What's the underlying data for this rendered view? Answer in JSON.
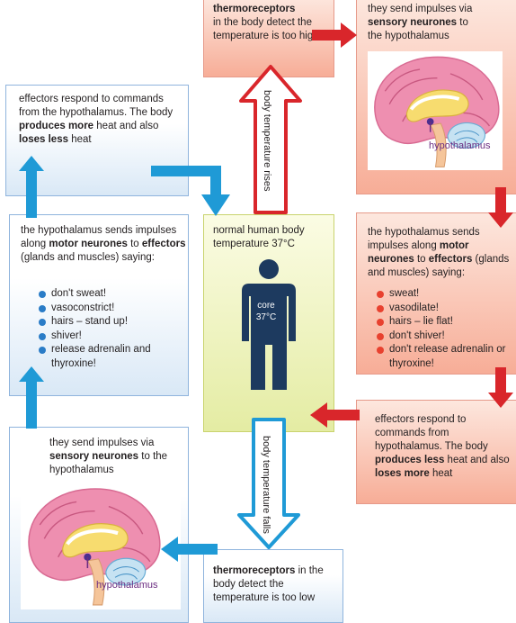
{
  "top_center_box": {
    "bold": "thermoreceptors",
    "rest": "in the body detect the temperature is too high"
  },
  "top_right_box": {
    "line1": "they send impulses via",
    "bold": "sensory neurones",
    "line2_suffix": "to",
    "line3": "the hypothalamus",
    "brain_label": "hypothalamus"
  },
  "left_top_box": {
    "text1": "effectors respond to commands from the hypothalamus. The body",
    "bold1": "produces more",
    "text2": "heat and also",
    "bold2": "loses less",
    "text3": "heat"
  },
  "left_mid_box": {
    "text1": "the hypothalamus sends impulses along",
    "bold1": "motor neurones",
    "text2": "to",
    "bold2": "effectors",
    "text3": "(glands and muscles) saying:",
    "items": [
      "don't sweat!",
      "vasoconstrict!",
      "hairs – stand up!",
      "shiver!",
      "release adrenalin and thyroxine!"
    ]
  },
  "center_box": {
    "text": "normal human body temperature 37°C",
    "core_label": "core",
    "core_temp": "37°C"
  },
  "right_mid_box": {
    "text1": "the hypothalamus sends impulses along",
    "bold1": "motor neurones",
    "text2": "to",
    "bold2": "effectors",
    "text3": "(glands and muscles) saying:",
    "items": [
      "sweat!",
      "vasodilate!",
      "hairs – lie flat!",
      "don't shiver!",
      "don't release adrenalin or thyroxine!"
    ]
  },
  "right_bottom_box": {
    "text1": "effectors respond to commands from hypothalamus. The body",
    "bold1": "produces less",
    "text2": "heat and also",
    "bold2": "loses more",
    "text3": "heat"
  },
  "left_bottom_box": {
    "line1": "they send impulses via",
    "bold": "sensory neurones",
    "line2_suffix": "to the hypothalamus",
    "brain_label": "hypothalamus"
  },
  "bottom_center_box": {
    "bold": "thermoreceptors",
    "rest": "in the body detect the temperature is too low"
  },
  "arrow_rises_label": "body temperature rises",
  "arrow_falls_label": "body temperature falls",
  "colors": {
    "blue_arrow": "#1f9ad6",
    "red_arrow": "#d9262b",
    "figure": "#1d3a5f",
    "bullet_blue": "#2a7cc7",
    "bullet_red": "#e8412f"
  }
}
